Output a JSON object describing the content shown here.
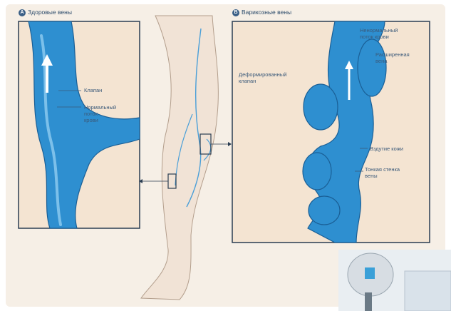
{
  "panels": {
    "healthy": {
      "badge": "A",
      "title": "Здоровые вены"
    },
    "varicose": {
      "badge": "B",
      "title": "Варикозные вены"
    }
  },
  "labels": {
    "valve": "Клапан",
    "normal_flow": "Нормальный\nпоток\nкрови",
    "deformed_valve": "Деформированный\nклапан",
    "abnormal_flow": "Ненормальный\nпоток крови",
    "dilated_vein": "Расширенная\nвена",
    "skin_bulge": "Вздутие кожи",
    "thin_wall": "Тонкая стенка\nвены"
  },
  "colors": {
    "vein": "#2e8fd0",
    "vein_dark": "#1a5f96",
    "panel_bg": "#f4e4d2",
    "frame": "#2a3d52"
  }
}
